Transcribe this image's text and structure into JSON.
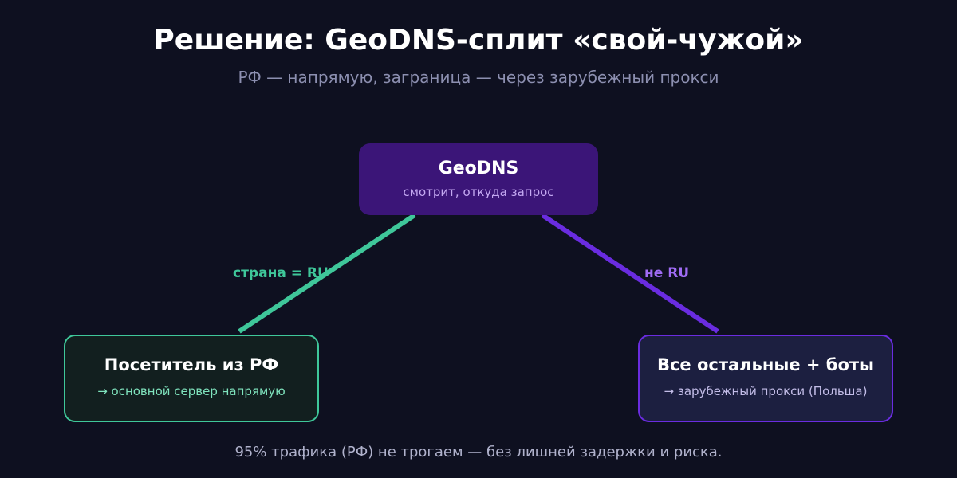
{
  "header": {
    "title": "Решение: GeoDNS-сплит «свой-чужой»",
    "subtitle": "РФ — напрямую, заграница — через зарубежный прокси"
  },
  "nodes": {
    "geodns": {
      "title": "GeoDNS",
      "subtitle": "смотрит, откуда запрос"
    },
    "ru_visitor": {
      "title": "Посетитель из РФ",
      "subtitle": "→ основной сервер напрямую"
    },
    "others": {
      "title": "Все остальные + боты",
      "subtitle": "→ зарубежный прокси (Польша)"
    }
  },
  "edges": {
    "ru": {
      "label": "страна = RU"
    },
    "other": {
      "label": "не RU"
    }
  },
  "footer": {
    "note": "95% трафика (РФ) не трогаем — без лишней задержки и риска."
  },
  "colors": {
    "background": "#0e1020",
    "ru_accent": "#3fc79a",
    "other_accent": "#6a2ce0",
    "geodns_fill": "#3b1578"
  }
}
